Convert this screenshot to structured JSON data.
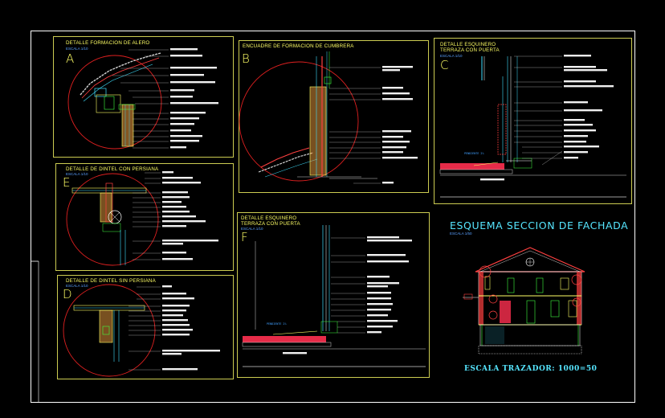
{
  "drawing": {
    "colors": {
      "background": "#000000",
      "frame": "#ffffff",
      "panel_border": "#ffff66",
      "detail_title": "#ffff66",
      "scale_text": "#5aa0ff",
      "circle": "#e02020",
      "notes": "#f0f0f0",
      "schema": "#56e6ff"
    },
    "panels": [
      {
        "id": "A",
        "letter": "A",
        "title": "DETALLE FORMACION DE ALERO",
        "scale": "ESCALA 1/10"
      },
      {
        "id": "B",
        "letter": "B",
        "title": "ENCUADRE DE FORMACION DE CUMBRERA",
        "scale": ""
      },
      {
        "id": "C",
        "letter": "C",
        "title": "DETALLE ESQUINERO",
        "title2": "TERRAZA CON PUERTA",
        "scale": "ESCALA 1/10"
      },
      {
        "id": "E",
        "letter": "E",
        "title": "DETALLE DE DINTEL CON PERSIANA",
        "scale": "ESCALA 1/10"
      },
      {
        "id": "F",
        "letter": "F",
        "title": "DETALLE ESQUINERO",
        "title2": "TERRAZA CON PUERTA",
        "scale": "ESCALA 1/10"
      },
      {
        "id": "D",
        "letter": "D",
        "title": "DETALLE DE DINTEL SIN PERSIANA",
        "scale": "ESCALA 1/10"
      }
    ],
    "schema": {
      "title": "ESQUEMA SECCION DE FACHADA",
      "scale": "ESCALA 1/50",
      "plot_scale": "ESCALA TRAZADOR: 1000=50"
    }
  }
}
